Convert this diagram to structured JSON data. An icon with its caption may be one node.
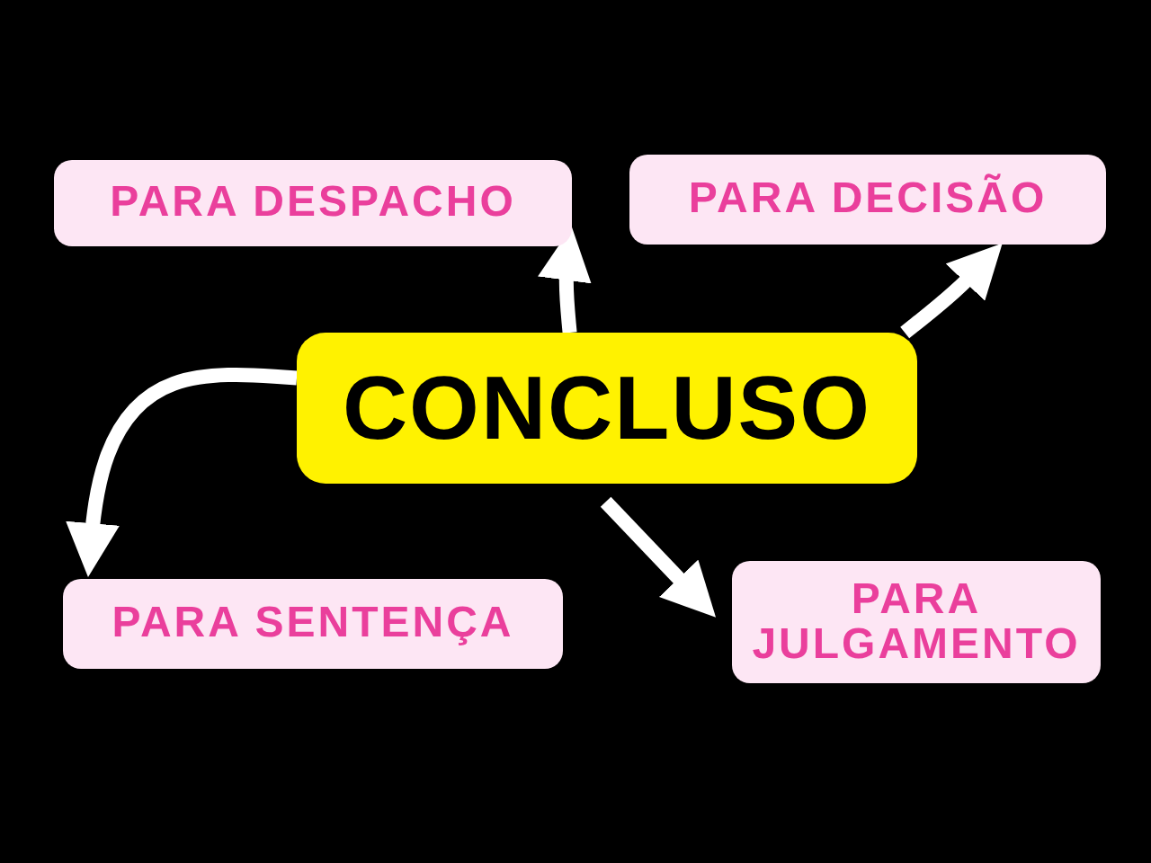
{
  "diagram": {
    "nodes": [
      {
        "text": [
          "CONCLUSO"
        ]
      },
      {
        "text": [
          "PARA DESPACHO"
        ]
      },
      {
        "text": [
          "PARA DECISÃO"
        ]
      },
      {
        "text": [
          "PARA SENTENÇA"
        ]
      },
      {
        "text": [
          "PARA JULGAMENTO"
        ]
      }
    ],
    "edges": [
      {
        "from": 0,
        "to": 1,
        "arrow": "to"
      },
      {
        "from": 0,
        "to": 2,
        "arrow": "to"
      },
      {
        "from": 0,
        "to": 3,
        "arrow": "to"
      },
      {
        "from": 0,
        "to": 4,
        "arrow": "to"
      }
    ]
  }
}
